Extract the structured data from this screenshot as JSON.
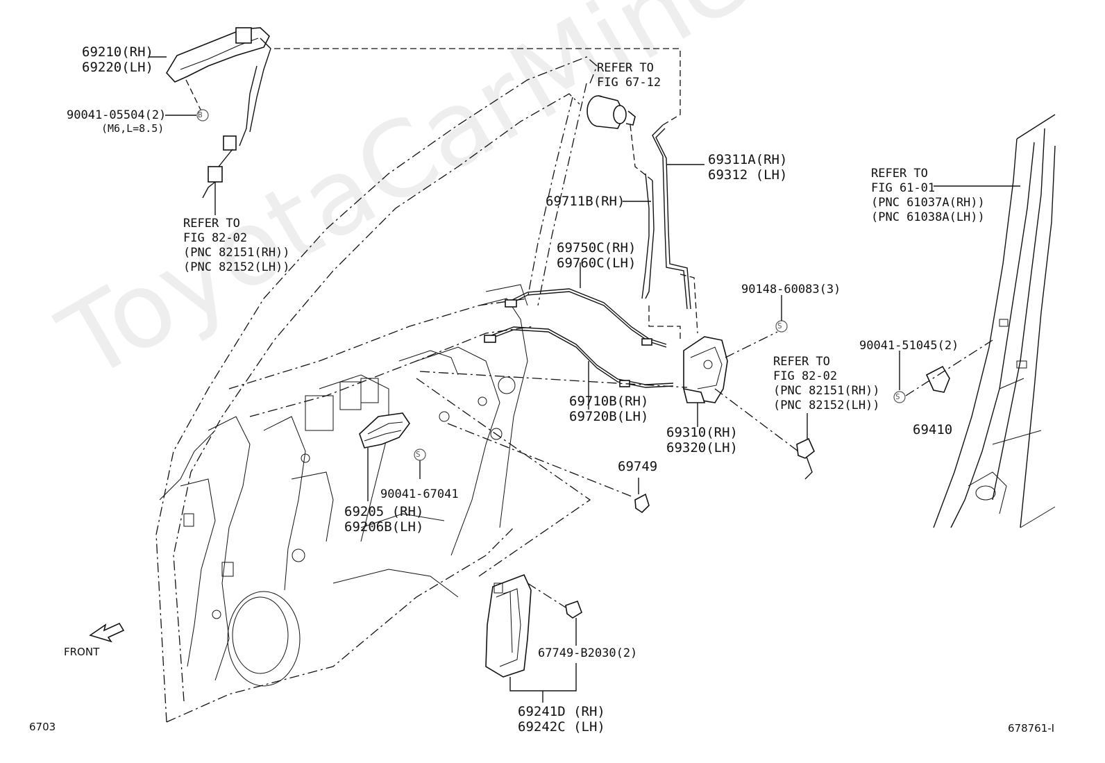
{
  "labels": {
    "p69210": "69210(RH)\n69220(LH)",
    "p90041_05504": "90041-05504(2)",
    "p90041_05504_note": "(M6,L=8.5)",
    "ref_82_02_left": "REFER TO\nFIG 82-02\n(PNC 82151(RH))\n(PNC 82152(LH))",
    "ref_67_12": "REFER TO\nFIG 67-12",
    "p69311": "69311A(RH)\n69312 (LH)",
    "ref_61_01": "REFER TO\nFIG 61-01\n(PNC 61037A(RH))\n(PNC 61038A(LH))",
    "p69711": "69711B(RH)",
    "p69750": "69750C(RH)\n69760C(LH)",
    "p90148": "90148-60083(3)",
    "ref_82_02_right": "REFER TO\nFIG 82-02\n(PNC 82151(RH))\n(PNC 82152(LH))",
    "p90041_51045": "90041-51045(2)",
    "p69410": "69410",
    "p69710": "69710B(RH)\n69720B(LH)",
    "p69310": "69310(RH)\n69320(LH)",
    "p90041_67041": "90041-67041",
    "p69205": "69205 (RH)\n69206B(LH)",
    "p69749": "69749",
    "p67749": "67749-B2030(2)",
    "p69241": "69241D (RH)\n69242C (LH)",
    "front": "FRONT",
    "figure_number": "6703",
    "drawing_id": "678761-I"
  },
  "markers": {
    "b": "B",
    "s": "S"
  },
  "watermark": "ToyotaCarMine.ru",
  "colors": {
    "ink": "#111111",
    "watermark": "#969696"
  }
}
